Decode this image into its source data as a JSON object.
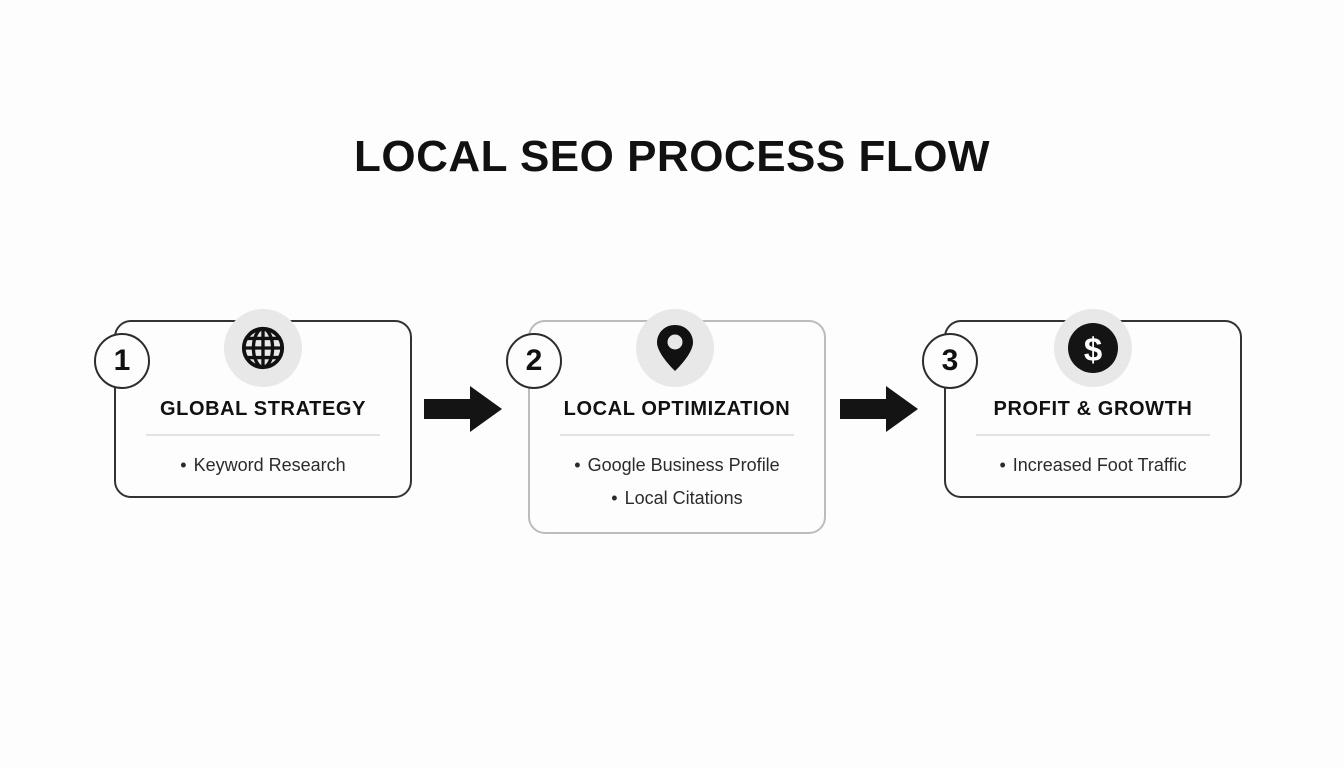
{
  "page": {
    "title": "LOCAL SEO PROCESS FLOW",
    "background_color": "#fdfdfd",
    "accent_color": "#111111",
    "bubble_color": "#e8e8e8",
    "divider_color": "#e2e2e2"
  },
  "steps": [
    {
      "number": "1",
      "icon": "globe-icon",
      "heading": "GLOBAL STRATEGY",
      "border_color": "#333333",
      "bullets": [
        {
          "marker": "•",
          "text": "Keyword Research"
        }
      ]
    },
    {
      "number": "2",
      "icon": "map-pin-icon",
      "heading": "LOCAL OPTIMIZATION",
      "border_color": "#bcbcbc",
      "bullets": [
        {
          "marker": "•",
          "text": "Google Business Profile"
        },
        {
          "marker": "•",
          "text": "Local Citations"
        }
      ]
    },
    {
      "number": "3",
      "icon": "dollar-coin-icon",
      "heading": "PROFIT & GROWTH",
      "border_color": "#333333",
      "bullets": [
        {
          "marker": "•",
          "text": "Increased Foot Traffic"
        }
      ]
    }
  ],
  "connectors": [
    {
      "name": "arrow-step1-to-step2",
      "direction": "right",
      "color": "#141414"
    },
    {
      "name": "arrow-step2-to-step3",
      "direction": "right",
      "color": "#141414"
    }
  ]
}
